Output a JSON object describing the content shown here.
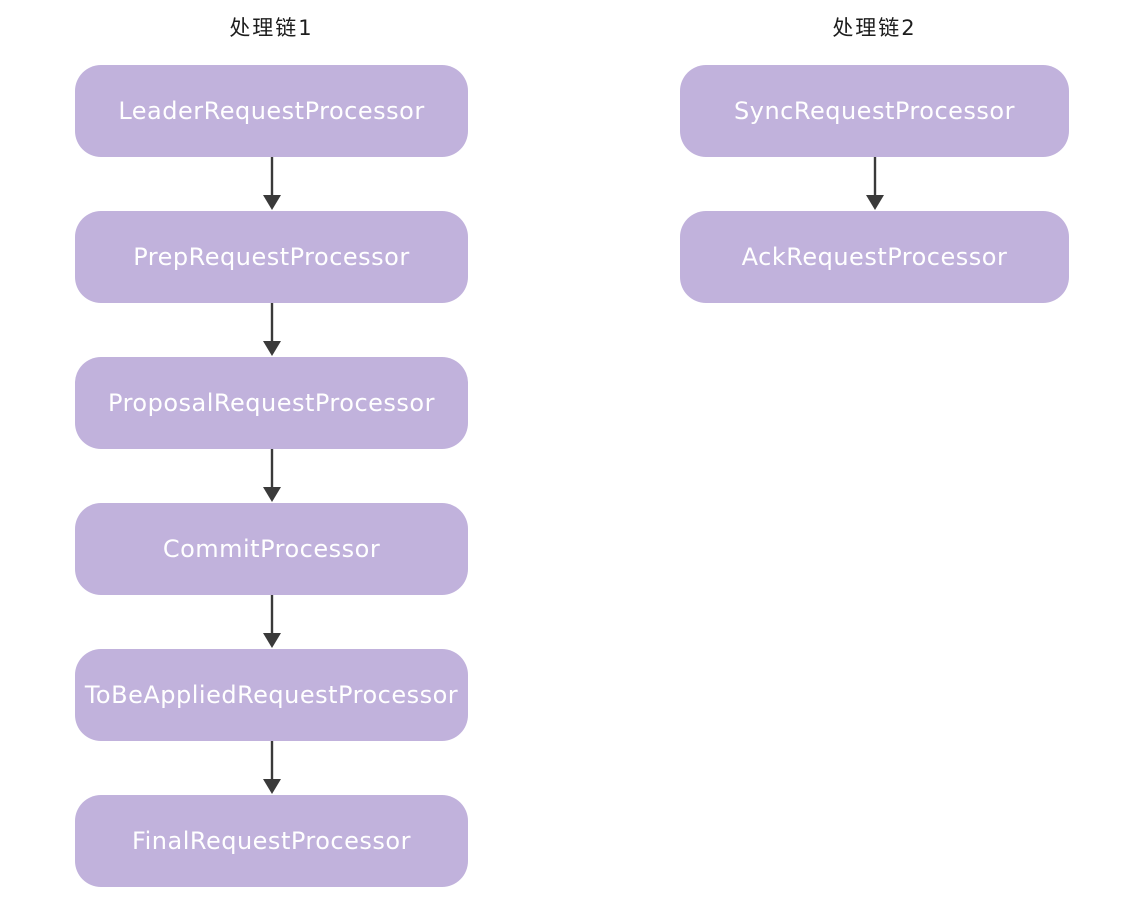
{
  "colors": {
    "node_fill": "#c1b2dc",
    "node_text": "#ffffff",
    "arrow_color": "#3a3a3a",
    "title_color": "#1d1d1d",
    "canvas_bg": "#ffffff"
  },
  "chains": [
    {
      "title": "处理链1",
      "nodes": [
        "LeaderRequestProcessor",
        "PrepRequestProcessor",
        "ProposalRequestProcessor",
        "CommitProcessor",
        "ToBeAppliedRequestProcessor",
        "FinalRequestProcessor"
      ]
    },
    {
      "title": "处理链2",
      "nodes": [
        "SyncRequestProcessor",
        "AckRequestProcessor"
      ]
    }
  ]
}
